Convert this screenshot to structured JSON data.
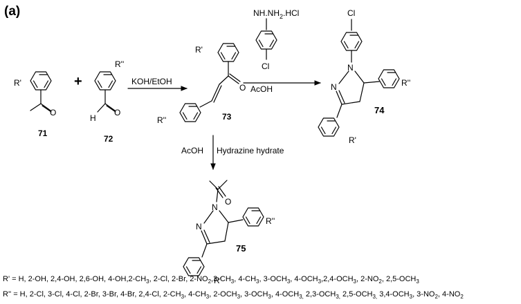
{
  "panel_label": "(a)",
  "atom_labels": {
    "r_prime": "R'",
    "r_double_prime": "R''",
    "oxygen": "O",
    "hydrogen": "H",
    "nitrogen": "N",
    "chlorine": "Cl"
  },
  "plus_sign": "+",
  "compounds": {
    "c71": "71",
    "c72": "72",
    "c73": "73",
    "c74": "74",
    "c75": "75"
  },
  "reagents": {
    "base": "KOH/EtOH",
    "reagent_hydrazine_hcl": "NH.NH",
    "reagent_hydrazine_hcl_sub": "2",
    "reagent_hydrazine_hcl_tail": ".HCl",
    "acid_top": "AcOH",
    "acid_down": "AcOH",
    "hydrazine_hydrate": "Hydrazine hydrate"
  },
  "substituents": {
    "r_prime_list": [
      {
        "t": "R' = H, 2-OH, 2,4-OH, 2,6-OH, 4-OH,2-CH"
      },
      {
        "s": "3"
      },
      {
        "t": ", 2-Cl, 2-Br, 2-NO"
      },
      {
        "s": "2"
      },
      {
        "t": ",3-CH"
      },
      {
        "s": "3"
      },
      {
        "t": ", 4-CH"
      },
      {
        "s": "3"
      },
      {
        "t": ", 3-OCH"
      },
      {
        "s": "3"
      },
      {
        "t": ", 4-OCH"
      },
      {
        "s": "3"
      },
      {
        "t": ",2,4-OCH"
      },
      {
        "s": "3"
      },
      {
        "t": ", 2-NO"
      },
      {
        "s": "2"
      },
      {
        "t": ", 2,5-OCH"
      },
      {
        "s": "3"
      }
    ],
    "r_double_prime_list": [
      {
        "t": "R'' = H, 2-Cl, 3-Cl, 4-Cl, 2-Br, 3-Br, 4-Br, 2,4-Cl, 2-CH"
      },
      {
        "s": "3"
      },
      {
        "t": ", 4-CH"
      },
      {
        "s": "3"
      },
      {
        "t": ", 2-OCH"
      },
      {
        "s": "3"
      },
      {
        "t": ", 3-OCH"
      },
      {
        "s": "3"
      },
      {
        "t": ", 4-OCH"
      },
      {
        "s": "3,"
      },
      {
        "t": " 2,3-OCH"
      },
      {
        "s": "3,"
      },
      {
        "t": " 2,5-OCH"
      },
      {
        "s": "3,"
      },
      {
        "t": " 3,4-OCH"
      },
      {
        "s": "3"
      },
      {
        "t": ", 3-NO"
      },
      {
        "s": "2"
      },
      {
        "t": ", 4-NO"
      },
      {
        "s": "2"
      }
    ]
  }
}
